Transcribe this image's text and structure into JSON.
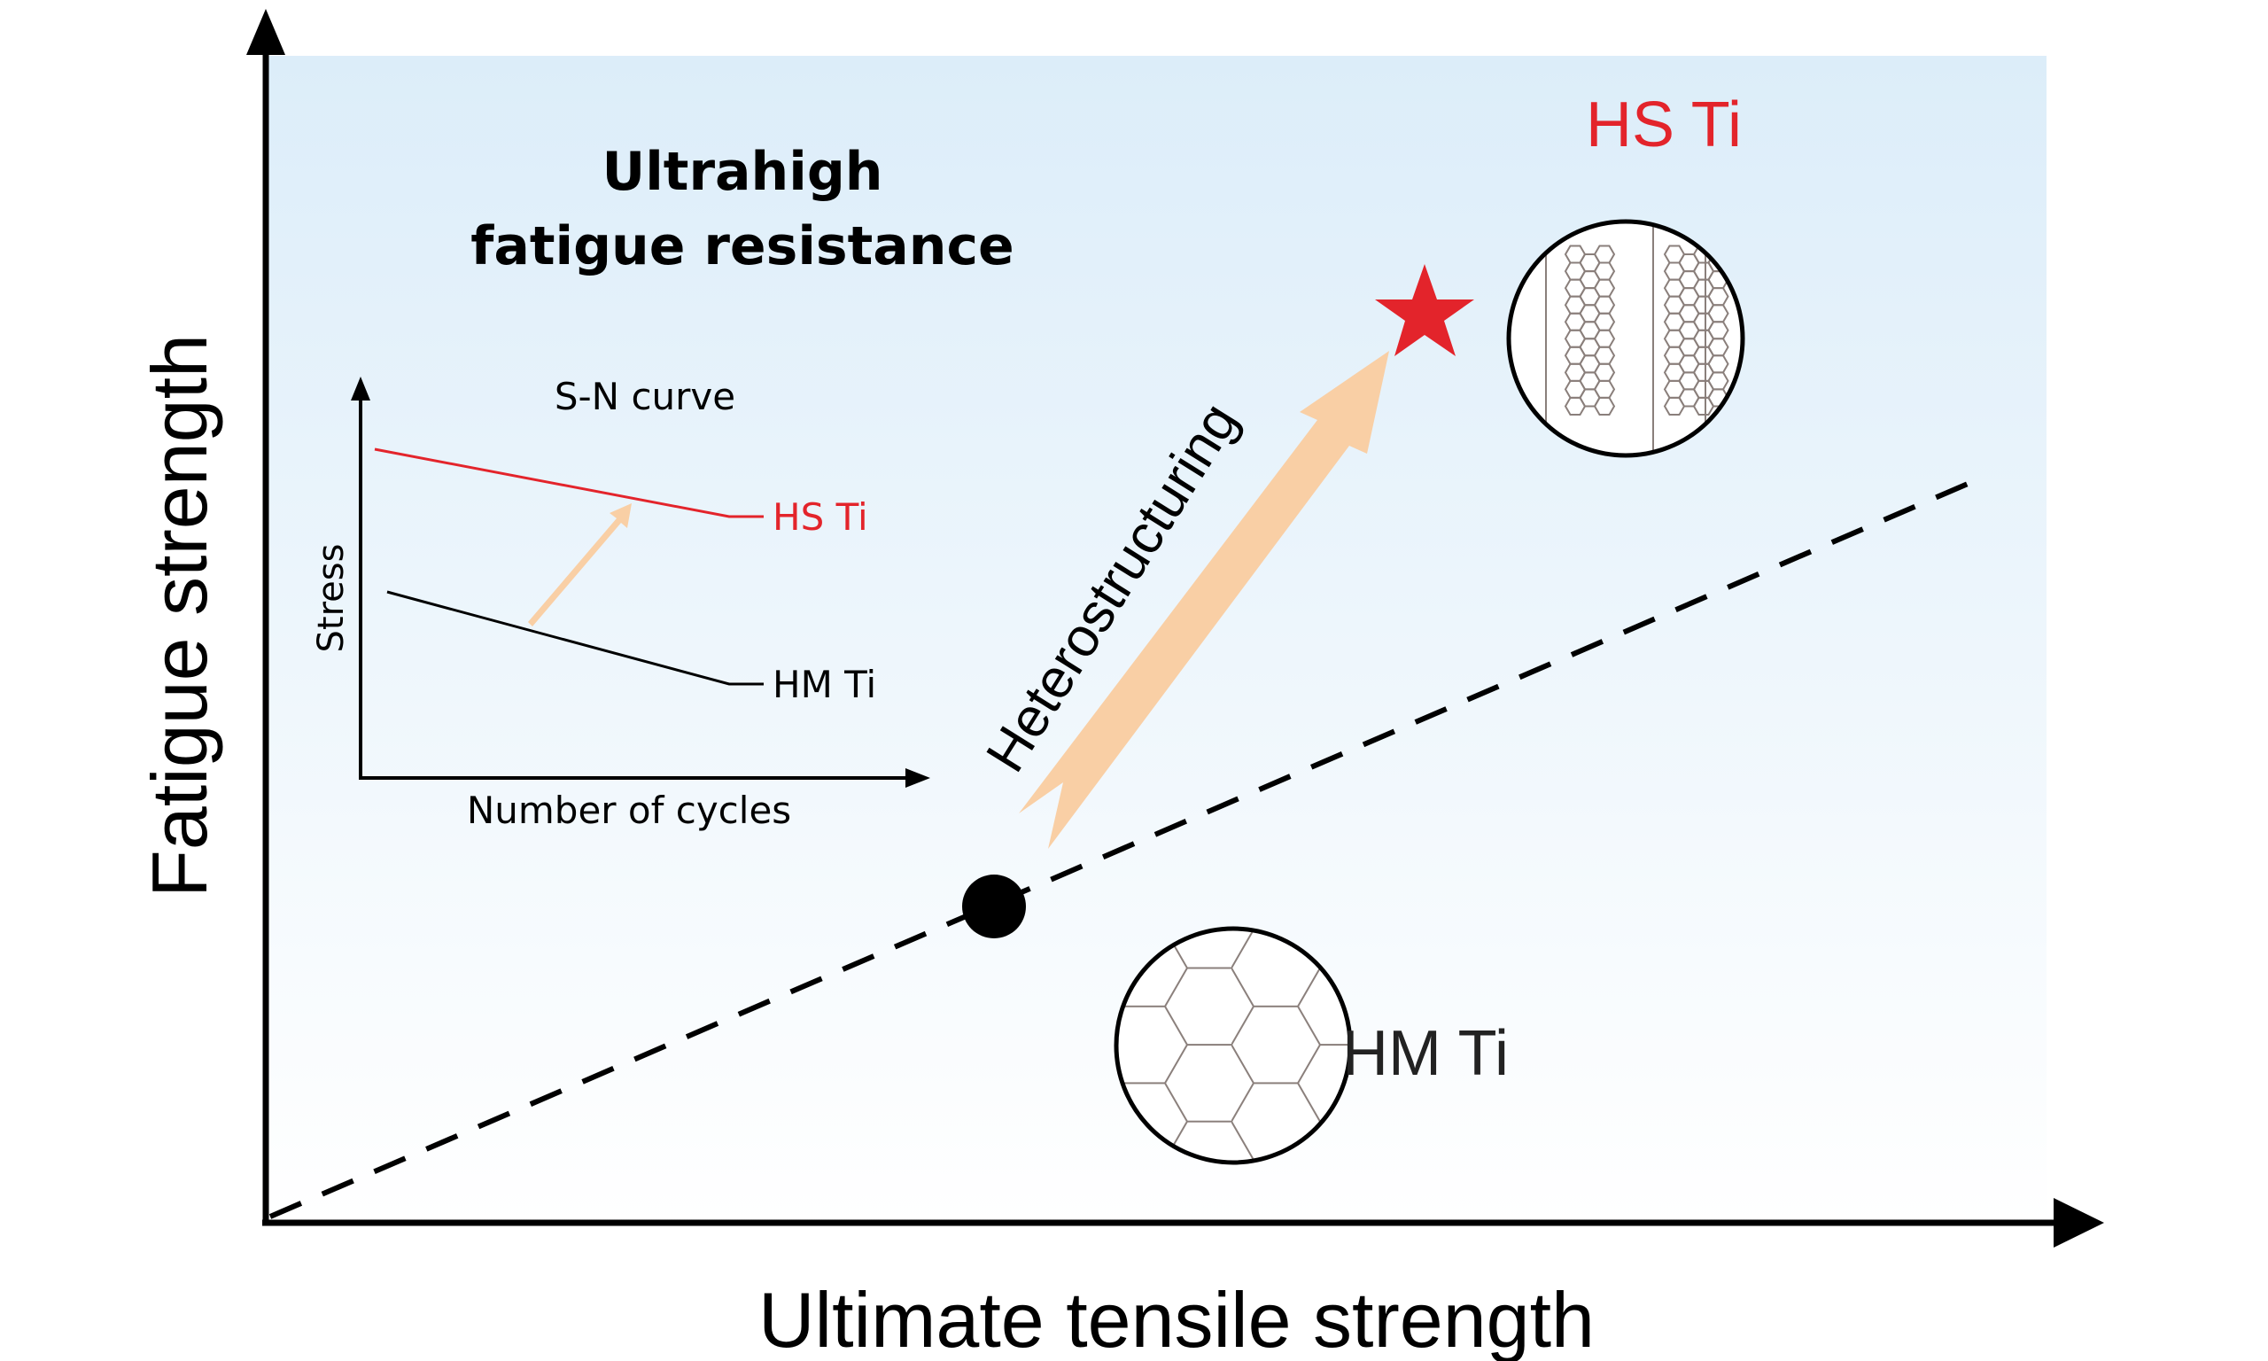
{
  "axes": {
    "x_label": "Ultimate tensile strength",
    "y_label": "Fatigue strength"
  },
  "headline": {
    "line1": "Ultrahigh",
    "line2": "fatigue resistance"
  },
  "arrow_label": "Heterostructuring",
  "materials": {
    "hs": {
      "label": "HS Ti",
      "color": "#e3242b"
    },
    "hm": {
      "label": "HM Ti",
      "color": "#222222"
    }
  },
  "inset": {
    "title": "S-N curve",
    "x_label": "Number of cycles",
    "y_label": "Stress",
    "hs_label": "HS Ti",
    "hm_label": "HM Ti"
  },
  "colors": {
    "background_top": "#dcedf9",
    "background_bottom": "#ffffff",
    "arrow": "#f9cfa5",
    "hs_red": "#e3242b",
    "ink": "#000000"
  }
}
